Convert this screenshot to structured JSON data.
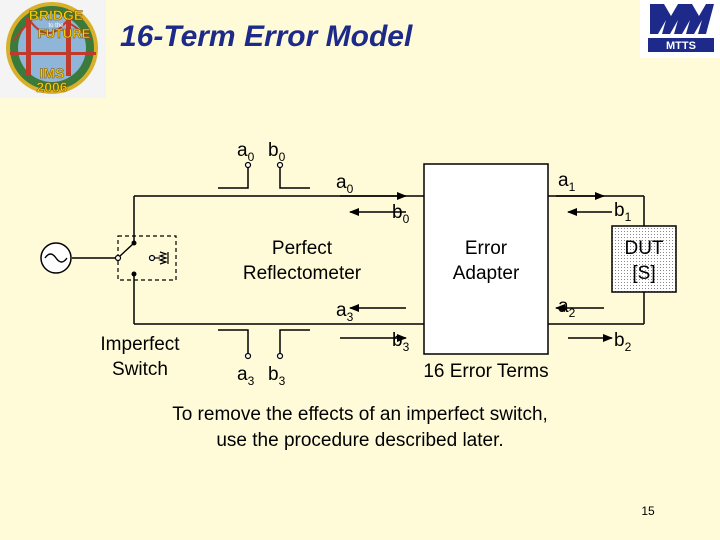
{
  "slide": {
    "title": "16-Term Error Model",
    "page_number": "15"
  },
  "logos": {
    "left": {
      "line1": "BRIDGE",
      "line2": "to the",
      "line3": "FUTURE",
      "line4": "IMS",
      "line5": "2006"
    },
    "right": {
      "text": "MTTS"
    }
  },
  "diagram": {
    "ports_top": {
      "a": "a",
      "a_sub": "0",
      "b": "b",
      "b_sub": "0"
    },
    "ports_bottom": {
      "a": "a",
      "a_sub": "3",
      "b": "b",
      "b_sub": "3"
    },
    "left_top_arrow": {
      "base": "a",
      "sub": "0"
    },
    "left_top_return": {
      "base": "b",
      "sub": "0"
    },
    "left_bot_arrow": {
      "base": "a",
      "sub": "3"
    },
    "left_bot_return": {
      "base": "b",
      "sub": "3"
    },
    "right_top_arrow": {
      "base": "a",
      "sub": "1"
    },
    "right_top_return": {
      "base": "b",
      "sub": "1"
    },
    "right_bot_arrow": {
      "base": "a",
      "sub": "2"
    },
    "right_bot_return": {
      "base": "b",
      "sub": "2"
    },
    "reflectometer": {
      "line1": "Perfect",
      "line2": "Reflectometer"
    },
    "switch": {
      "line1": "Imperfect",
      "line2": "Switch"
    },
    "error_adapter": {
      "line1": "Error",
      "line2": "Adapter",
      "caption": "16 Error Terms"
    },
    "dut": {
      "line1": "DUT",
      "line2": "[S]"
    }
  },
  "note": {
    "line1": "To remove the effects of an imperfect switch,",
    "line2": "use the procedure described later."
  }
}
